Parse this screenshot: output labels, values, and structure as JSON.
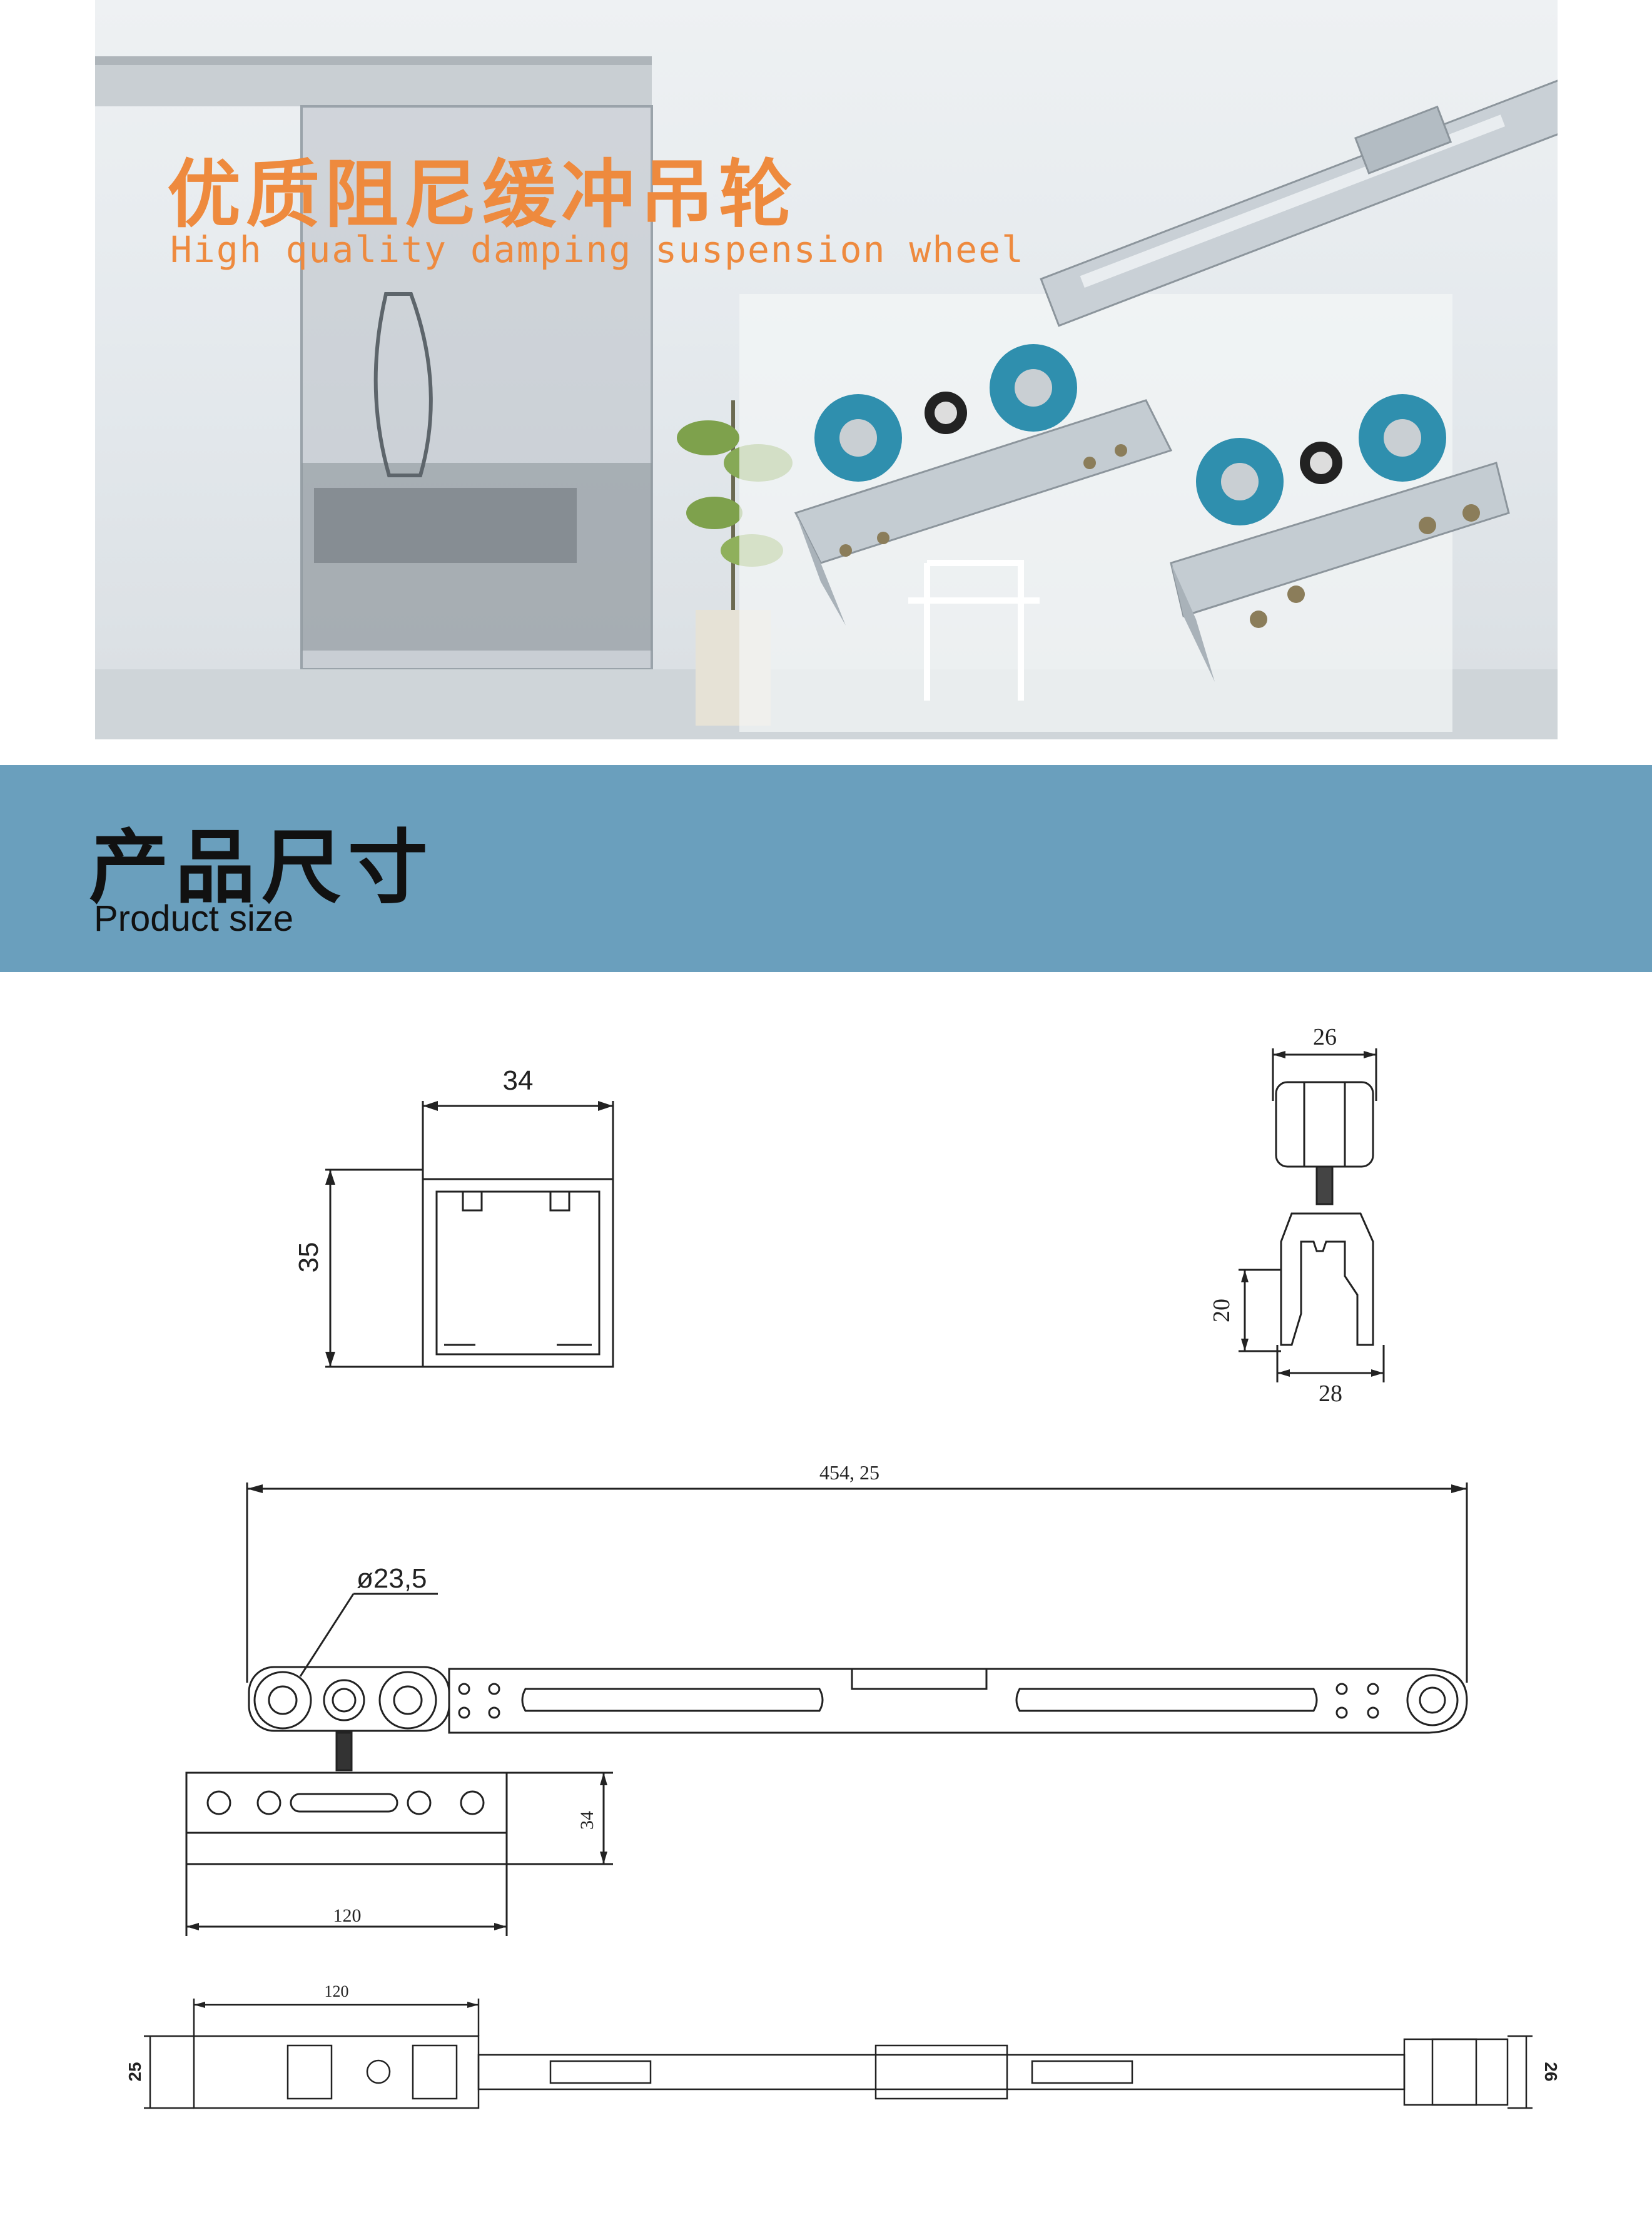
{
  "hero": {
    "title_cn": "优质阻尼缓冲吊轮",
    "title_en": "High quality damping suspension wheel"
  },
  "size_section": {
    "title_cn": "产品尺寸",
    "title_en": "Product size"
  },
  "dimensions": {
    "rail_width": "34",
    "rail_height": "35",
    "carrier_top_width": "26",
    "carrier_height": "20",
    "carrier_bottom_width": "28",
    "overall_length": "454, 25",
    "wheel_diameter": "ø23,5",
    "bracket_height": "34",
    "bracket_length": "120",
    "plan_bracket_length": "120",
    "plan_left_height": "25",
    "plan_right_height": "26"
  },
  "colors": {
    "accent_orange": "#ee8a3e",
    "band_blue": "#6a9fbd",
    "wheel_teal": "#2f8fae"
  }
}
